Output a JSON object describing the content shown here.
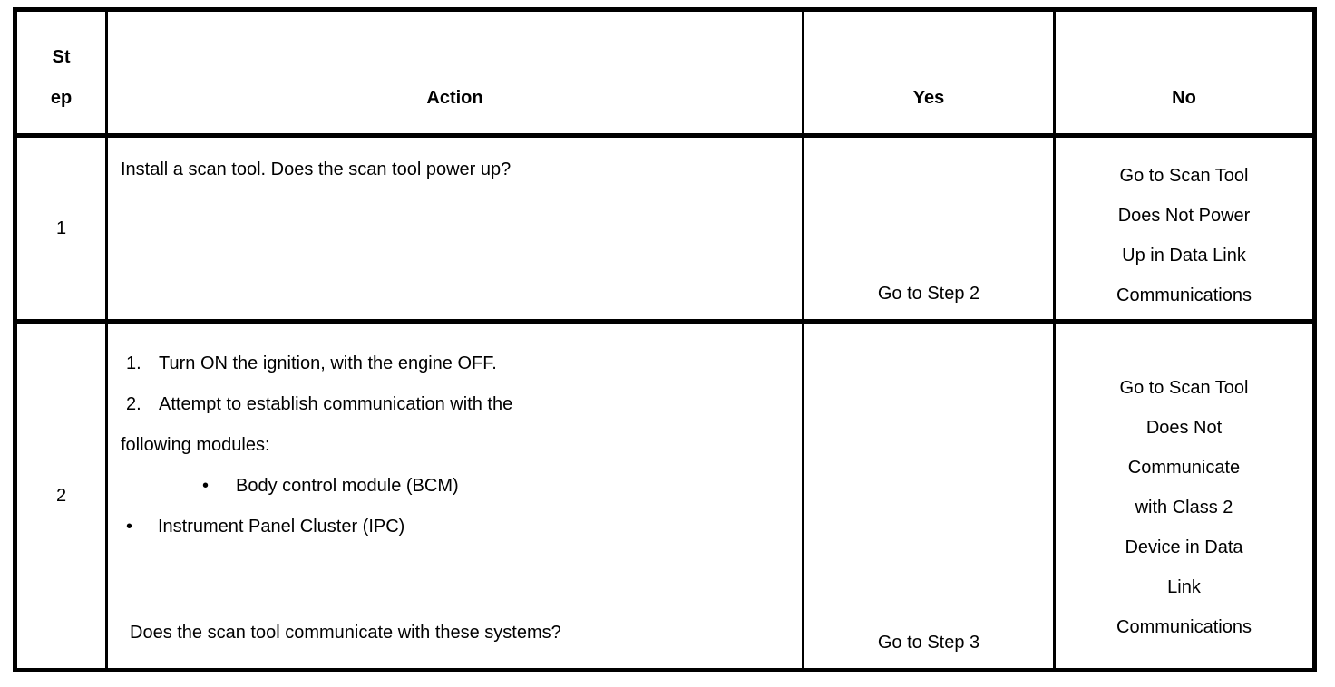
{
  "header": {
    "step_line1": "St",
    "step_line2": "ep",
    "action": "Action",
    "yes": "Yes",
    "no": "No"
  },
  "rows": [
    {
      "step": "1",
      "action_question": "Install a scan tool. Does the scan tool power up?",
      "yes": "Go to Step 2",
      "no_lines": [
        "Go to Scan Tool",
        "Does Not Power",
        "Up in Data Link",
        "Communications"
      ]
    },
    {
      "step": "2",
      "action_list": [
        {
          "marker": "1.",
          "text": "Turn ON the ignition, with the engine OFF."
        },
        {
          "marker": "2.",
          "text": "Attempt to establish communication with the"
        },
        {
          "marker": "",
          "text": "following modules:"
        },
        {
          "marker": "•",
          "text": "Body control module (BCM)"
        },
        {
          "marker": "•",
          "text": "Instrument Panel Cluster (IPC)"
        }
      ],
      "action_question": "Does the scan tool communicate with these systems?",
      "yes": "Go to Step 3",
      "no_lines": [
        "Go to Scan Tool",
        "Does Not",
        "Communicate",
        "with Class 2",
        "Device in Data",
        "Link",
        "Communications"
      ]
    }
  ],
  "colors": {
    "border": "#000000",
    "text": "#000000",
    "background": "#ffffff"
  }
}
